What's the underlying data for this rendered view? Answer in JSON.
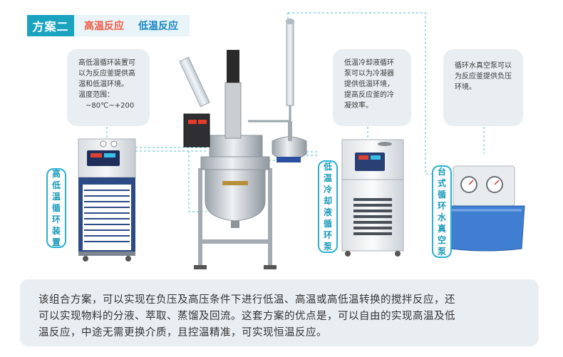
{
  "header": {
    "plan_label": "方案二",
    "tag_high": "高温反应",
    "tag_low": "低温反应"
  },
  "bubbles": {
    "hl_unit": {
      "line1": "高低温循环装置可",
      "line2": "以为反应釜提供高",
      "line3": "温和低温环境。",
      "line4": "温度范围：",
      "line5": "~80℃~+200"
    },
    "low_chiller": {
      "line1": "低温冷却液循环",
      "line2": "泵可以为冷凝器",
      "line3": "提供低温环境，",
      "line4": "提高反应釜的冷",
      "line5": "凝效率。"
    },
    "vacuum": {
      "line1": "循环水真空泵可以",
      "line2": "为反应釜提供负压",
      "line3": "环境。"
    }
  },
  "labels": {
    "hl_unit": [
      "高",
      "低",
      "温",
      "循",
      "环",
      "装",
      "置"
    ],
    "low_chiller": [
      "低",
      "温",
      "冷",
      "却",
      "液",
      "循",
      "环",
      "泵"
    ],
    "vacuum": [
      "台",
      "式",
      "循",
      "环",
      "水",
      "真",
      "空",
      "泵"
    ]
  },
  "colors": {
    "accent": "#1aa3be",
    "high": "#f05a46",
    "low": "#1585c6",
    "bubble_bg": "#e8eef2"
  },
  "summary": {
    "line1": "该组合方案，可以实现在负压及高压条件下进行低温、高温或高低温转换的搅拌反应，还",
    "line2": "可以实现物料的分液、萃取、蒸馏及回流。这套方案的优点是，可以自由的实现高温及低",
    "line3": "温反应，中途无需更换介质，且控温精准，可实现恒温反应。"
  }
}
